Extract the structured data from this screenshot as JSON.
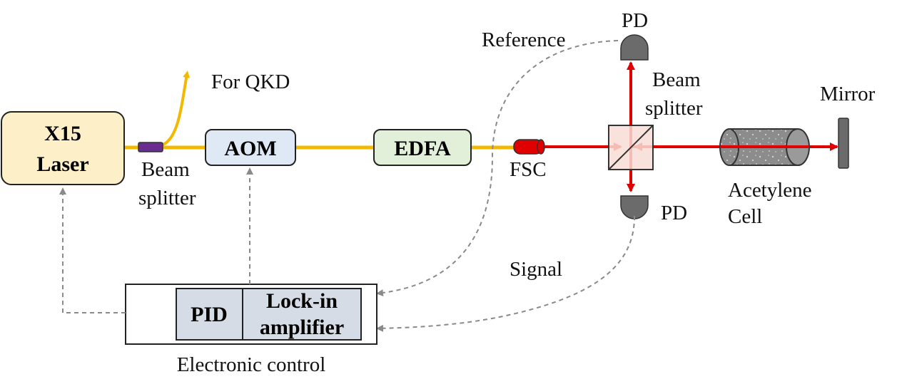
{
  "components": {
    "laser": {
      "line1": "X15",
      "line2": "Laser"
    },
    "beam_splitter_1": {
      "line1": "Beam",
      "line2": "splitter"
    },
    "for_qkd": "For QKD",
    "aom": "AOM",
    "edfa": "EDFA",
    "fsc": "FSC",
    "reference": "Reference",
    "pd_top": "PD",
    "beam_splitter_2": {
      "line1": "Beam",
      "line2": "splitter"
    },
    "mirror": "Mirror",
    "acetylene_cell": {
      "line1": "Acetylene",
      "line2": "Cell"
    },
    "pd_bottom": "PD",
    "signal": "Signal",
    "pid": "PID",
    "lockin": {
      "line1": "Lock-in",
      "line2": "amplifier"
    },
    "electronic_control": "Electronic control"
  },
  "colors": {
    "fiber": "#f3b800",
    "beam": "#e00000",
    "laser_fill": "#fdf0c8",
    "aom_fill": "#dfe9f6",
    "edfa_fill": "#e2efd9",
    "pid_fill": "#d6dce5",
    "pd_fill": "#6b6b6b",
    "bs_fill": "#f8ddd6",
    "fsc_fill": "#e00000",
    "isolator_fill": "#6a2c91",
    "dash": "#8a8a8a"
  }
}
